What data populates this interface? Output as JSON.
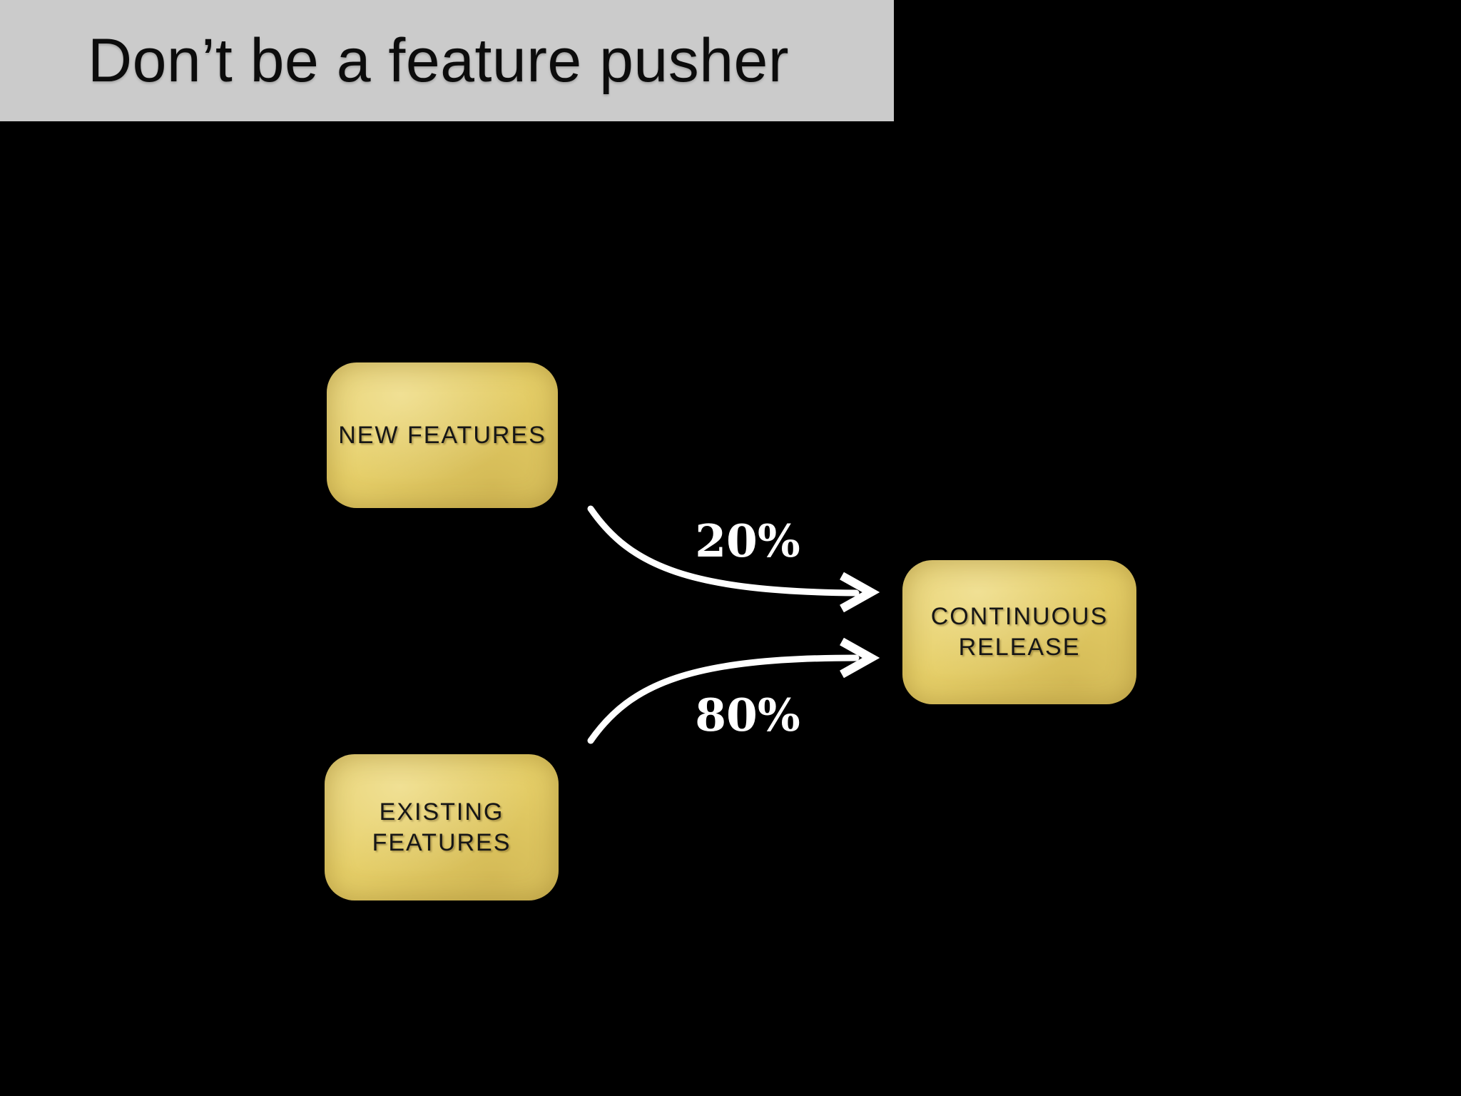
{
  "slide": {
    "title": "Don’t be a feature pusher"
  },
  "colors": {
    "background": "#000000",
    "banner": "#cbcbcb",
    "node_fill": "#e6cf68",
    "node_text": "#161616",
    "title_text": "#0c0c0c",
    "arrow": "#ffffff"
  },
  "diagram": {
    "nodes": {
      "new_features": {
        "label": "NEW FEATURES"
      },
      "existing_features": {
        "line1": "EXISTING",
        "line2": "FEATURES"
      },
      "continuous_release": {
        "line1": "CONTINUOUS",
        "line2": "RELEASE"
      }
    },
    "edges": {
      "new_to_release": {
        "from": "NEW FEATURES",
        "to": "CONTINUOUS RELEASE",
        "label": "20%"
      },
      "existing_to_release": {
        "from": "EXISTING FEATURES",
        "to": "CONTINUOUS RELEASE",
        "label": "80%"
      }
    }
  }
}
